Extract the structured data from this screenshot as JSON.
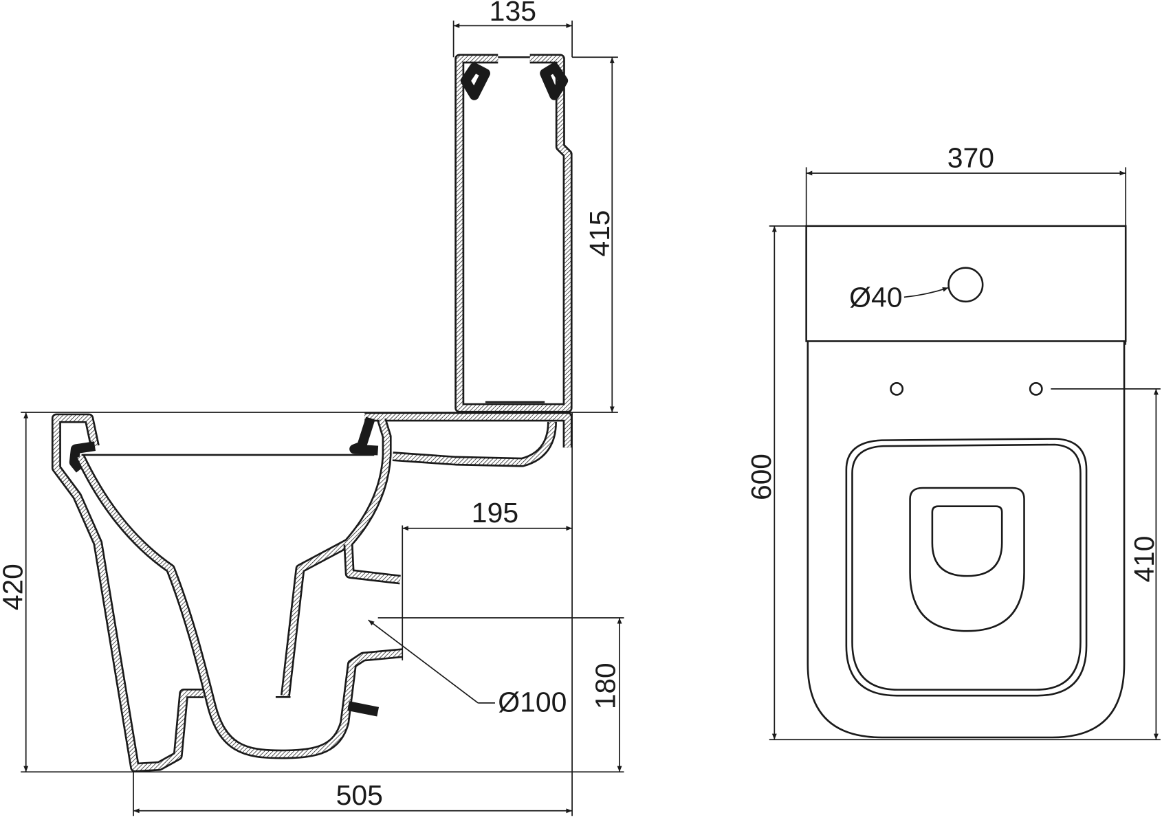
{
  "drawing": {
    "side_view": {
      "tank_width": "135",
      "tank_height": "415",
      "bowl_height": "420",
      "total_length": "505",
      "outlet_distance": "195",
      "outlet_height": "180",
      "outlet_diameter": "Ø100"
    },
    "top_view": {
      "width": "370",
      "length": "600",
      "seat_fixing_distance": "410",
      "tap_hole_diameter": "Ø40"
    }
  }
}
